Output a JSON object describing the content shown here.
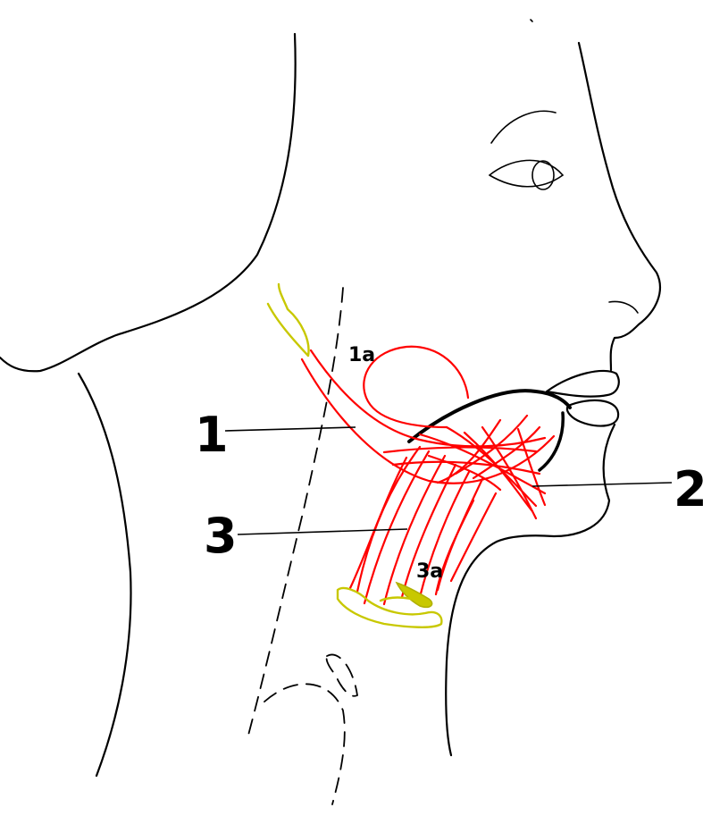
{
  "labels": {
    "l1": "1",
    "l2": "2",
    "l3": "3",
    "l1a": "1a",
    "l3a": "3a"
  },
  "colors": {
    "muscle": "#ff0000",
    "bone": "#c8c800",
    "outline": "#000000"
  }
}
